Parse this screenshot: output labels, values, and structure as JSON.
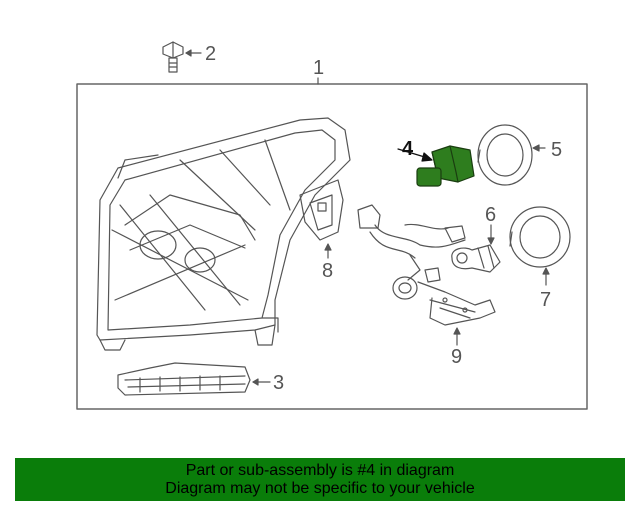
{
  "callouts": {
    "c1": "1",
    "c2": "2",
    "c3": "3",
    "c4": "4",
    "c5": "5",
    "c6": "6",
    "c7": "7",
    "c8": "8",
    "c9": "9"
  },
  "banner": {
    "line1": "Part or sub-assembly is #4 in diagram",
    "line2": "Diagram may not be specific to your vehicle"
  },
  "colors": {
    "highlight": "#2e7d1e",
    "banner": "#0a7d0a"
  }
}
